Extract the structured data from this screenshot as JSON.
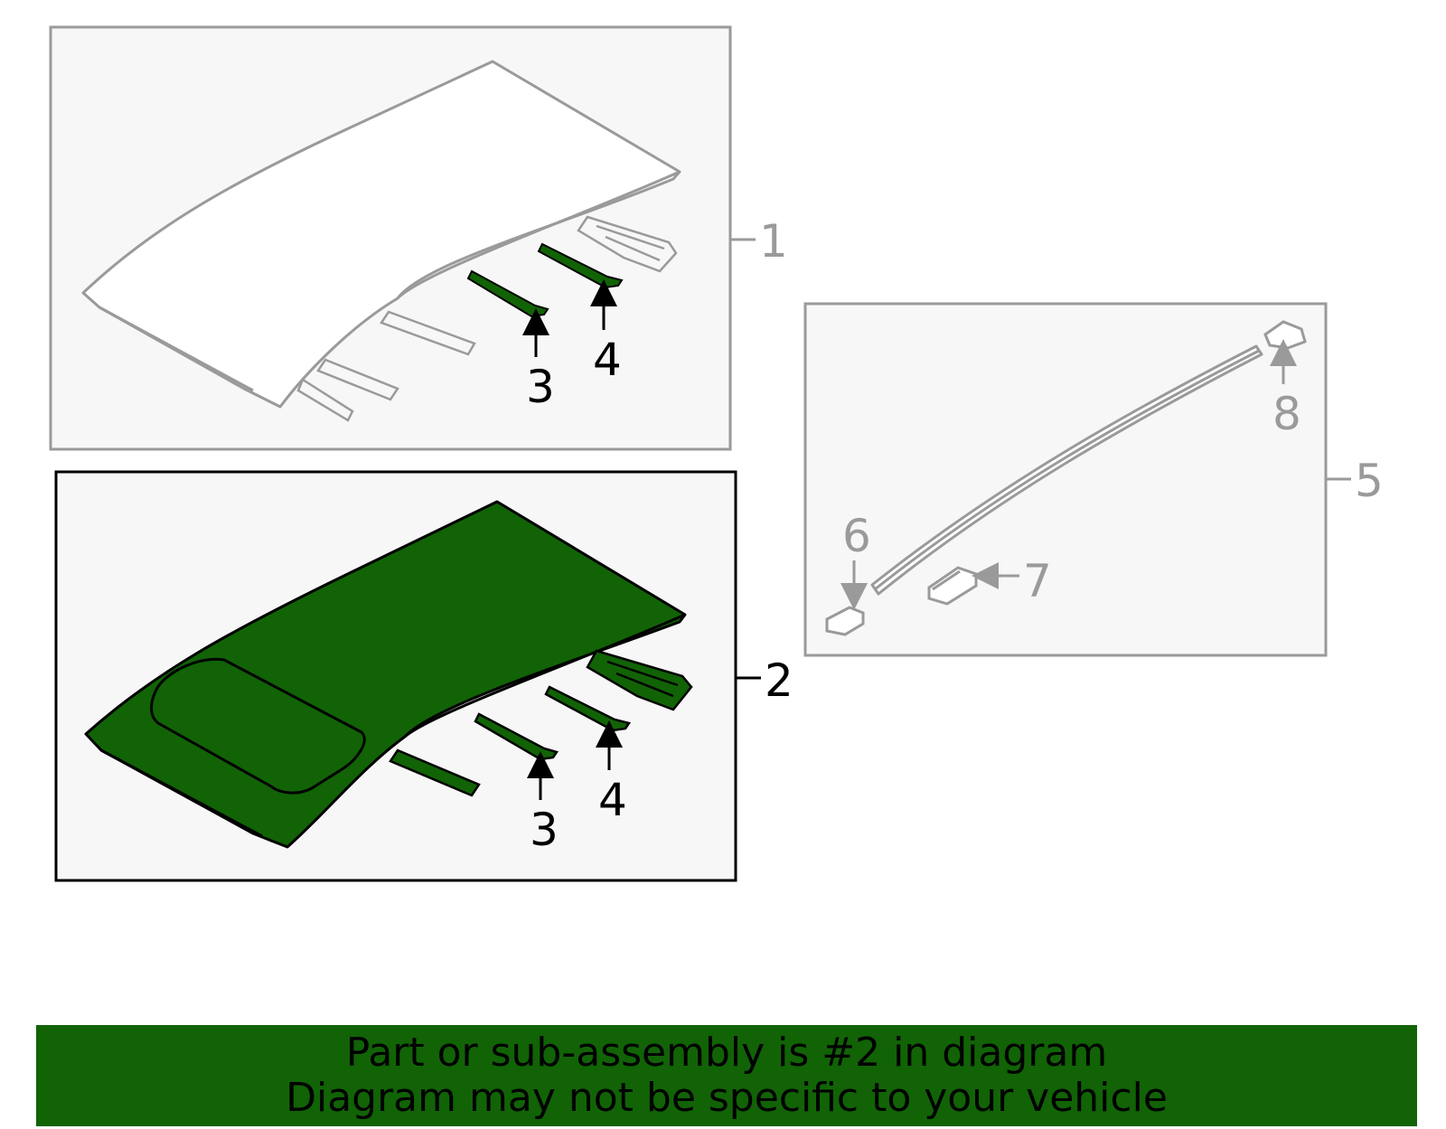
{
  "colors": {
    "highlight": "#116306",
    "panel_bg": "#f7f7f7",
    "grey_line": "#9a9a9a",
    "black_line": "#000000"
  },
  "callouts": {
    "p1": "1",
    "p2": "2",
    "p3_top": "3",
    "p4_top": "4",
    "p3_bottom": "3",
    "p4_bottom": "4",
    "p5": "5",
    "p6": "6",
    "p7": "7",
    "p8": "8"
  },
  "banner": {
    "line1": "Part or sub-assembly is #2 in diagram",
    "line2": "Diagram may not be specific to your vehicle"
  }
}
